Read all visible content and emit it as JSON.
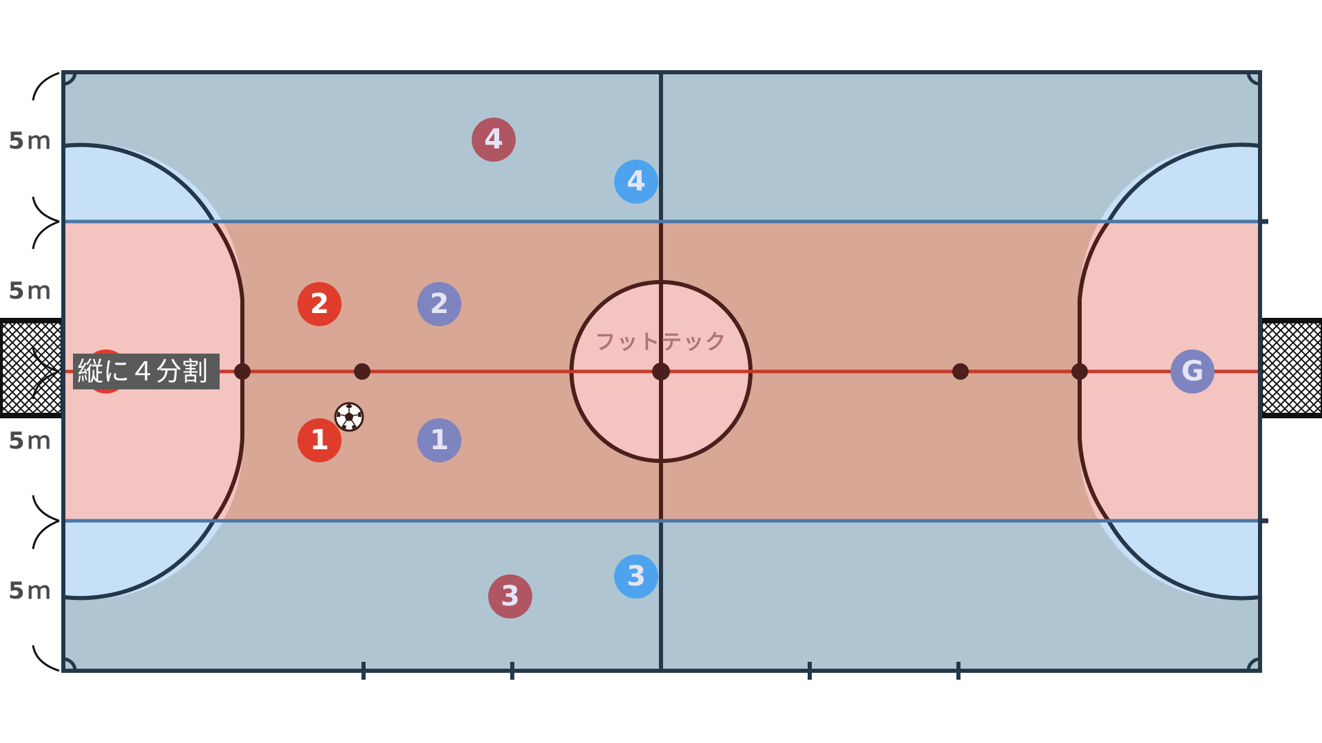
{
  "colors": {
    "outer_zone": "#afc6d2",
    "center_zone": "#d9a795",
    "penalty_outer": "#c6e1f7",
    "penalty_center": "#f4c4c0",
    "center_circle": "#f4c4c0",
    "court_line": "#24384a",
    "center_line": "#4a1f1c",
    "zone_divider": "#4a77a8",
    "half_line": "#c63a2c",
    "team_red": "#e03c2c",
    "team_purple": "#7d84c0",
    "team_maroon": "#b05562",
    "team_blue": "#4ea3ef",
    "number_red": "#ffffff",
    "number_light": "#e5e5f5",
    "caption_bg": "#5a5a5a",
    "caption_text": "#ffffff",
    "watermark": "#b07474"
  },
  "dimensions": {
    "labels": [
      "5ｍ",
      "5ｍ",
      "5ｍ",
      "5ｍ"
    ]
  },
  "caption": "縦に４分割",
  "watermark": "フットテック",
  "ball_icon": "soccer-ball-icon",
  "players": [
    {
      "id": "red-1",
      "number": "1",
      "team": "red"
    },
    {
      "id": "red-2",
      "number": "2",
      "team": "red"
    },
    {
      "id": "purple-1",
      "number": "1",
      "team": "purple"
    },
    {
      "id": "purple-2",
      "number": "2",
      "team": "purple"
    },
    {
      "id": "maroon-4",
      "number": "4",
      "team": "maroon"
    },
    {
      "id": "maroon-3",
      "number": "3",
      "team": "maroon"
    },
    {
      "id": "blue-4",
      "number": "4",
      "team": "blue"
    },
    {
      "id": "blue-3",
      "number": "3",
      "team": "blue"
    },
    {
      "id": "purple-g",
      "number": "G",
      "team": "purple"
    }
  ]
}
